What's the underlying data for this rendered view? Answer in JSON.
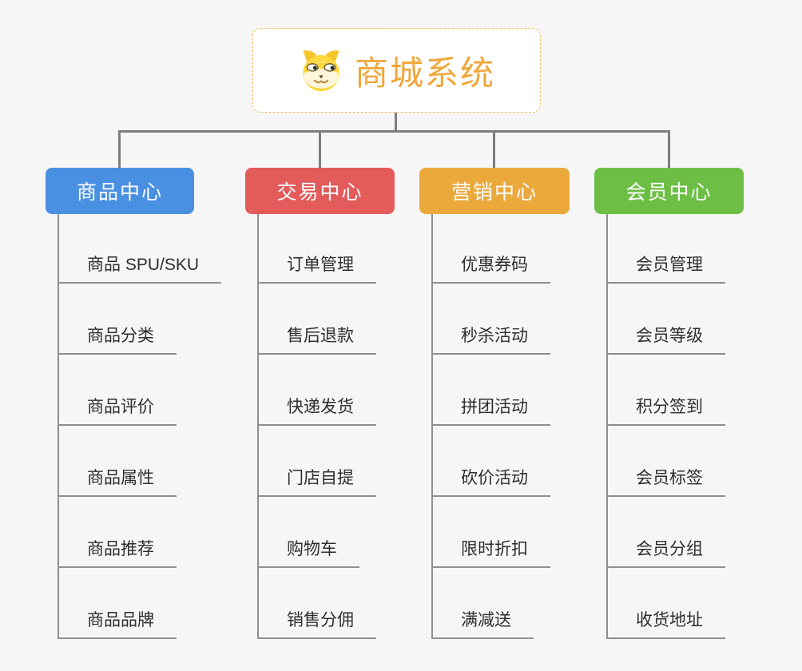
{
  "root": {
    "title": "商城系统",
    "title_color": "#F0A73C",
    "border_color": "#EFBE62",
    "icon": "dog-face-icon"
  },
  "connector_color": "#7D7D7D",
  "underline_color": "#8F8F8F",
  "background_color": "#F6F6F7",
  "branches": [
    {
      "label": "商品中心",
      "color": "#4A90E2",
      "items": [
        "商品 SPU/SKU",
        "商品分类",
        "商品评价",
        "商品属性",
        "商品推荐",
        "商品品牌"
      ]
    },
    {
      "label": "交易中心",
      "color": "#E45B5B",
      "items": [
        "订单管理",
        "售后退款",
        "快递发货",
        "门店自提",
        "购物车",
        "销售分佣"
      ]
    },
    {
      "label": "营销中心",
      "color": "#EBA93C",
      "items": [
        "优惠券码",
        "秒杀活动",
        "拼团活动",
        "砍价活动",
        "限时折扣",
        "满减送"
      ]
    },
    {
      "label": "会员中心",
      "color": "#6CBF44",
      "items": [
        "会员管理",
        "会员等级",
        "积分签到",
        "会员标签",
        "会员分组",
        "收货地址"
      ]
    }
  ]
}
